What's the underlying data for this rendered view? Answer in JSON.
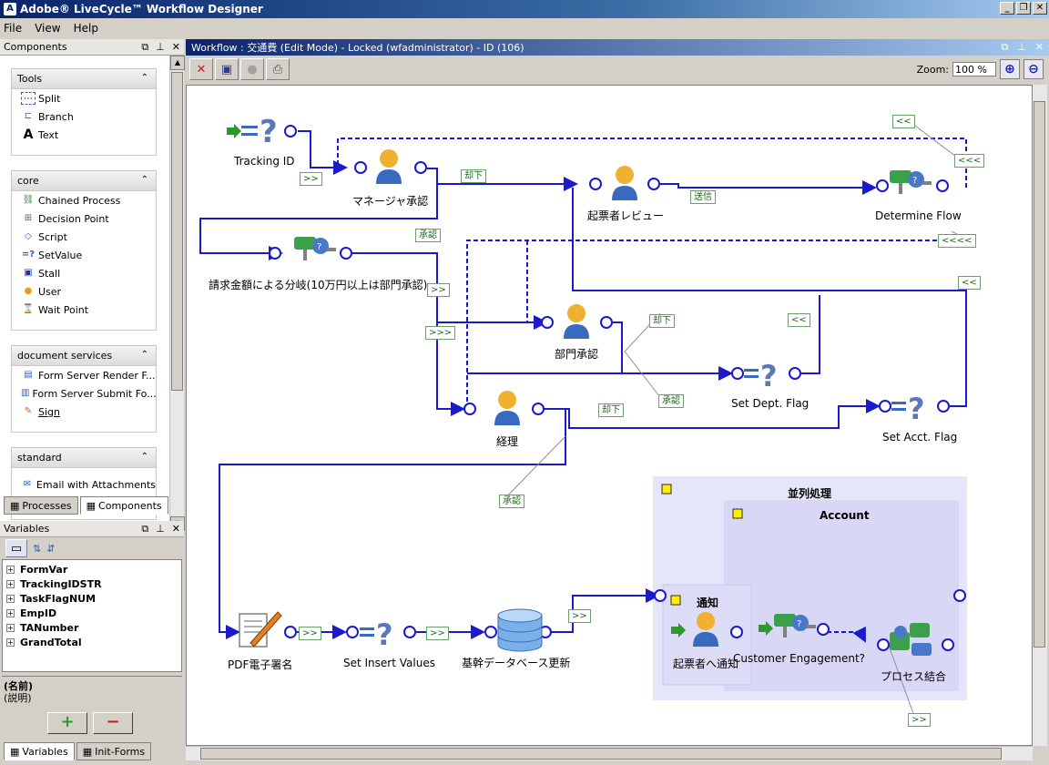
{
  "window": {
    "title": "Adobe® LiveCycle™ Workflow Designer"
  },
  "menu": [
    "File",
    "View",
    "Help"
  ],
  "components_panel": {
    "title": "Components",
    "groups": [
      {
        "name": "Tools",
        "items": [
          {
            "label": "Split",
            "icon": "split-icon"
          },
          {
            "label": "Branch",
            "icon": "branch-icon"
          },
          {
            "label": "Text",
            "icon": "text-icon"
          }
        ]
      },
      {
        "name": "core",
        "items": [
          {
            "label": "Chained Process",
            "icon": "chained-process-icon"
          },
          {
            "label": "Decision Point",
            "icon": "decision-point-icon"
          },
          {
            "label": "Script",
            "icon": "script-icon"
          },
          {
            "label": "SetValue",
            "icon": "setvalue-icon"
          },
          {
            "label": "Stall",
            "icon": "stall-icon"
          },
          {
            "label": "User",
            "icon": "user-icon"
          },
          {
            "label": "Wait Point",
            "icon": "wait-point-icon"
          }
        ]
      },
      {
        "name": "document services",
        "items": [
          {
            "label": "Form Server Render F...",
            "icon": "form-render-icon"
          },
          {
            "label": "Form Server Submit Fo...",
            "icon": "form-submit-icon"
          },
          {
            "label": "Sign",
            "icon": "sign-icon"
          }
        ]
      },
      {
        "name": "standard",
        "items": [
          {
            "label": "Email with Attachments",
            "icon": "email-icon"
          }
        ]
      }
    ],
    "tabs": [
      "Processes",
      "Components"
    ]
  },
  "variables_panel": {
    "title": "Variables",
    "items": [
      "FormVar",
      "TrackingIDSTR",
      "TaskFlagNUM",
      "EmpID",
      "TANumber",
      "GrandTotal"
    ],
    "desc_name": "(名前)",
    "desc_text": "(説明)",
    "add_label": "+",
    "remove_label": "−",
    "tabs": [
      "Variables",
      "Init-Forms"
    ]
  },
  "workflow": {
    "title": "Workflow : 交通費 (Edit Mode) - Locked (wfadministrator) - ID (106)",
    "zoom_label": "Zoom:",
    "zoom_value": "100 %",
    "nodes": {
      "tracking_id": "Tracking ID",
      "manager": "マネージャ承認",
      "reviewer": "起票者レビュー",
      "determine": "Determine Flow",
      "branch": "請求金額による分岐(10万円以上は部門承認)",
      "dept": "部門承認",
      "dept_flag": "Set Dept. Flag",
      "keiri": "経理",
      "acct_flag": "Set Acct. Flag",
      "pdf": "PDF電子署名",
      "insert": "Set Insert Values",
      "db": "基幹データベース更新",
      "parallel": "並列処理",
      "account": "Account",
      "notify": "通知",
      "notify_user": "起票者へ通知",
      "engagement": "Customer Engagement?",
      "merge": "プロセス結合"
    },
    "tags": {
      "t1": ">>",
      "t2": "却下",
      "t3": "送信",
      "t4": "承認",
      "t5": "<<",
      "t6": "<<<",
      "t7": "<<<<",
      "t8": ">>",
      "t9": ">>>",
      "t10": "<<",
      "t11": "却下",
      "t12": "<<",
      "t13": "承認",
      "t14": "却下",
      "t15": "承認",
      "t16": ">>",
      "t17": ">>",
      "t18": ">>",
      "t19": ">>"
    },
    "colors": {
      "link": "#1a1acc",
      "node_port": "#1a1acc",
      "lane_outer": "#e6e6fa",
      "lane_inner": "#dcdcf6",
      "tag_text": "#1a6a1a"
    }
  }
}
